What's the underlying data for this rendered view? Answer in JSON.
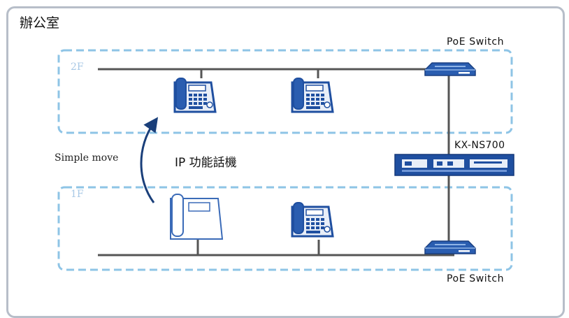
{
  "office": {
    "title": "辦公室"
  },
  "floors": {
    "upper": "2F",
    "lower": "1F"
  },
  "switches": {
    "top_label": "PoE Switch",
    "bottom_label": "PoE Switch"
  },
  "pbx": {
    "label": "KX-NS700"
  },
  "annotations": {
    "move": "Simple move",
    "phone_type": "IP 功能話機"
  },
  "colors": {
    "zone_border": "#8ec4e6",
    "phone": "#1f4fa0",
    "line": "#555555",
    "frame": "#b7bec9"
  }
}
